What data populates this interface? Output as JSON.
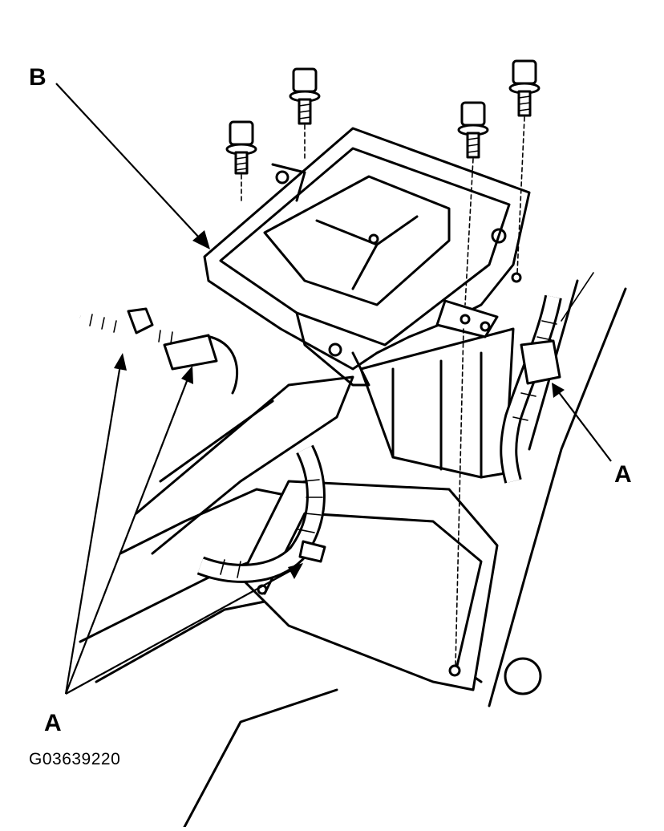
{
  "labels": {
    "a_right": "A",
    "a_left": "A",
    "b": "B",
    "figure_code": "G03639220"
  },
  "colors": {
    "ink": "#000000",
    "paper": "#ffffff"
  },
  "icons": {
    "bolt": "bolt-icon",
    "arrow": "callout-arrow"
  }
}
